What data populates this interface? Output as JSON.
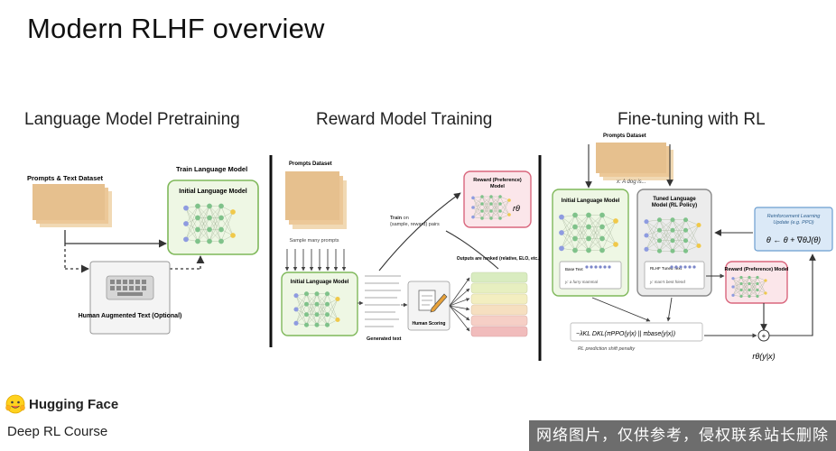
{
  "slide": {
    "title": "Modern RLHF overview",
    "sections": {
      "pretraining": "Language Model Pretraining",
      "reward": "Reward Model Training",
      "finetune": "Fine-tuning with RL"
    }
  },
  "pretraining": {
    "dataset_label": "Prompts & Text Dataset",
    "train_label": "Train Language Model",
    "model_label": "Initial Language Model",
    "augmented_label": "Human Augmented Text (Optional)"
  },
  "reward": {
    "dataset_label": "Prompts Dataset",
    "sample_label": "Sample many prompts",
    "model_label": "Initial Language Model",
    "generated_label": "Generated text",
    "scoring_label": "Human Scoring",
    "ranked_label": "Outputs are ranked (relative, ELO, etc.)",
    "rm_label": "Reward (Preference) Model",
    "train_label": "Train on {sample, reward} pairs",
    "rm_output": "rθ"
  },
  "finetune": {
    "dataset_label": "Prompts Dataset",
    "prompt_example": "x: A dog is...",
    "initial_model_label": "Initial Language Model",
    "tuned_model_label": "Tuned Language Model (RL Policy)",
    "base_text": "Base Text",
    "base_example": "y: a furry mammal",
    "rlhf_text": "RLHF Tuned Text",
    "rlhf_example": "y: man's best friend",
    "rm_label": "Reward (Preference) Model",
    "rl_update_label": "Reinforcement Learning Update (e.g. PPO)",
    "rl_update_formula": "θ ← θ + ∇θJ(θ)",
    "kl_formula": "−λKL DKL(πPPO(y|x) || πbase(y|x))",
    "kl_label": "RL prediction shift penalty",
    "reward_output": "rθ(y|x)",
    "plus": "+"
  },
  "footer": {
    "brand": "Hugging Face",
    "course": "Deep RL Course",
    "watermark": "网络图片，仅供参考，侵权联系站长删除"
  },
  "colors": {
    "model_green_fill": "#eef7e4",
    "model_green_stroke": "#7fb85a",
    "reward_pink_fill": "#fbe6ea",
    "reward_pink_stroke": "#d9667d",
    "rl_blue_fill": "#dbe9f7",
    "rl_blue_stroke": "#6b9ed0",
    "dataset_tan": "#e6c08e",
    "output_colors": [
      "#d9ecc0",
      "#e7efc0",
      "#f3eec0",
      "#f6dfc0",
      "#f6cfc6",
      "#f1bcbc"
    ]
  }
}
